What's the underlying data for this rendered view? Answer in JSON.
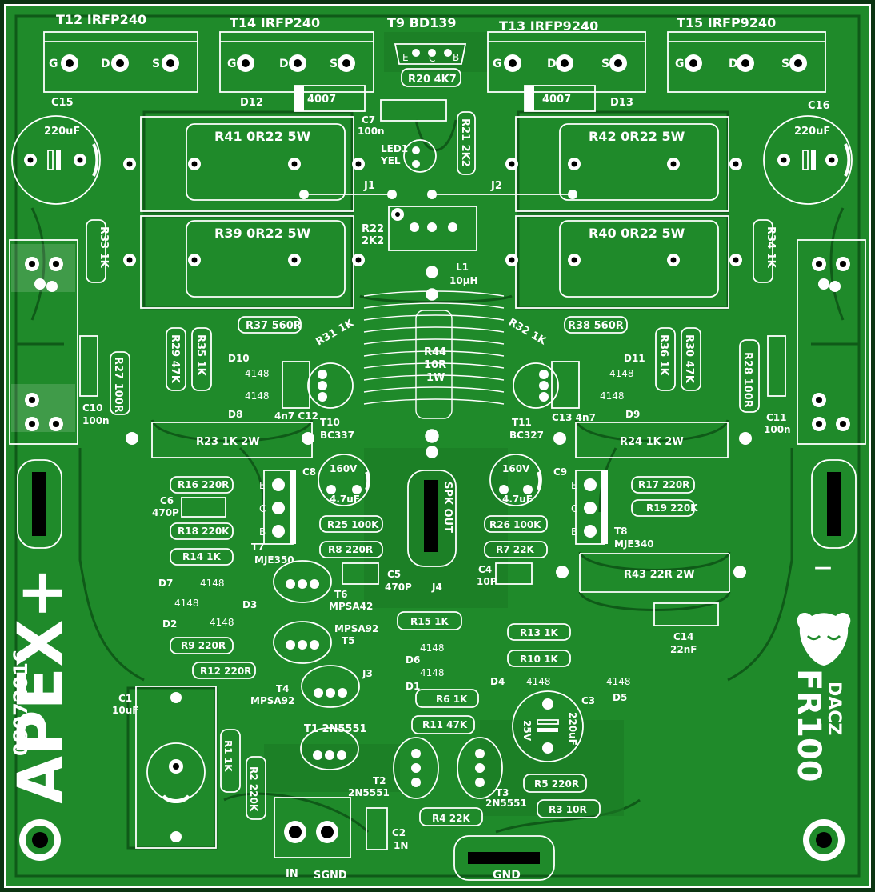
{
  "board": {
    "colors": {
      "substrate": "#0a3a12",
      "copper": "#1f8a2a",
      "copper_edge": "#0f5a18",
      "silk": "#ffffff",
      "pad": "#ffffff",
      "hole": "#000000"
    },
    "signature_date": "08072016",
    "logo_apex": "APEX+",
    "logo_fr": "FR100",
    "logo_dacz": "DACZ",
    "logo_icon": "bull-head-icon"
  },
  "labels": [
    {
      "id": "t12",
      "text": "T12  IRFP240"
    },
    {
      "id": "t14",
      "text": "T14  IRFP240"
    },
    {
      "id": "t9",
      "text": "T9  BD139"
    },
    {
      "id": "t13",
      "text": "T13  IRFP9240"
    },
    {
      "id": "t15",
      "text": "T15    IRFP9240"
    },
    {
      "id": "c15",
      "text": "C15"
    },
    {
      "id": "c16",
      "text": "C16"
    },
    {
      "id": "c15v",
      "text": "220uF"
    },
    {
      "id": "c16v",
      "text": "220uF"
    },
    {
      "id": "d12",
      "text": "D12"
    },
    {
      "id": "d13",
      "text": "D13"
    },
    {
      "id": "d12v",
      "text": "4007"
    },
    {
      "id": "d13v",
      "text": "4007"
    },
    {
      "id": "r20",
      "text": "R20 4K7"
    },
    {
      "id": "c7",
      "text": "C7"
    },
    {
      "id": "c7v",
      "text": "100n"
    },
    {
      "id": "r21",
      "text": "R21 2K2"
    },
    {
      "id": "led1",
      "text": "LED1"
    },
    {
      "id": "led1v",
      "text": "YEL"
    },
    {
      "id": "r41",
      "text": "R41 0R22 5W"
    },
    {
      "id": "r42",
      "text": "R42 0R22 5W"
    },
    {
      "id": "r39",
      "text": "R39 0R22 5W"
    },
    {
      "id": "r40",
      "text": "R40 0R22 5W"
    },
    {
      "id": "j1",
      "text": "J1"
    },
    {
      "id": "j2",
      "text": "J2"
    },
    {
      "id": "r22",
      "text": "R22"
    },
    {
      "id": "r22v",
      "text": "2K2"
    },
    {
      "id": "r33",
      "text": "R33 1K"
    },
    {
      "id": "r34",
      "text": "R34 1K"
    },
    {
      "id": "l1",
      "text": "L1"
    },
    {
      "id": "l1v",
      "text": "10µH"
    },
    {
      "id": "r37",
      "text": "R37 560R"
    },
    {
      "id": "r38",
      "text": "R38 560R"
    },
    {
      "id": "r31",
      "text": "R31 1K"
    },
    {
      "id": "r32",
      "text": "R32 1K"
    },
    {
      "id": "r29",
      "text": "R29 47K"
    },
    {
      "id": "r35",
      "text": "R35 1K"
    },
    {
      "id": "r36",
      "text": "R36 1K"
    },
    {
      "id": "r30",
      "text": "R30 47K"
    },
    {
      "id": "r44",
      "text": "R44"
    },
    {
      "id": "r44v",
      "text": "10R"
    },
    {
      "id": "r44w",
      "text": "1W"
    },
    {
      "id": "d10",
      "text": "D10"
    },
    {
      "id": "d8",
      "text": "D8"
    },
    {
      "id": "d11",
      "text": "D11"
    },
    {
      "id": "d9",
      "text": "D9"
    },
    {
      "id": "r27",
      "text": "R27 100R"
    },
    {
      "id": "r28",
      "text": "R28 100R"
    },
    {
      "id": "c10",
      "text": "C10"
    },
    {
      "id": "c10v",
      "text": "100n"
    },
    {
      "id": "c11",
      "text": "C11"
    },
    {
      "id": "c11v",
      "text": "100n"
    },
    {
      "id": "c12",
      "text": "4n7 C12"
    },
    {
      "id": "c13",
      "text": "C13 4n7"
    },
    {
      "id": "t10",
      "text": "T10"
    },
    {
      "id": "t10v",
      "text": "BC337"
    },
    {
      "id": "t11",
      "text": "T11"
    },
    {
      "id": "t11v",
      "text": "BC327"
    },
    {
      "id": "r23",
      "text": "R23 1K 2W"
    },
    {
      "id": "r24",
      "text": "R24 1K 2W"
    },
    {
      "id": "c8",
      "text": "C8"
    },
    {
      "id": "c9",
      "text": "C9"
    },
    {
      "id": "c8v",
      "text": "160V"
    },
    {
      "id": "c8c",
      "text": "4.7uF"
    },
    {
      "id": "c9v",
      "text": "160V"
    },
    {
      "id": "c9c",
      "text": "4.7uF"
    },
    {
      "id": "r16",
      "text": "R16 220R"
    },
    {
      "id": "r17",
      "text": "R17 220R"
    },
    {
      "id": "c6",
      "text": "C6"
    },
    {
      "id": "c6v",
      "text": "470P"
    },
    {
      "id": "r18",
      "text": "R18 220K"
    },
    {
      "id": "r19",
      "text": "R19 220K"
    },
    {
      "id": "spk",
      "text": "SPK OUT"
    },
    {
      "id": "r25",
      "text": "R25 100K"
    },
    {
      "id": "r26",
      "text": "R26 100K"
    },
    {
      "id": "t7",
      "text": "T7"
    },
    {
      "id": "t7v",
      "text": "MJE350"
    },
    {
      "id": "t8",
      "text": "T8"
    },
    {
      "id": "t8v",
      "text": "MJE340"
    },
    {
      "id": "r8",
      "text": "R8 220R"
    },
    {
      "id": "r7",
      "text": "R7 22K"
    },
    {
      "id": "r14",
      "text": "R14 1K"
    },
    {
      "id": "c5",
      "text": "C5"
    },
    {
      "id": "c5v",
      "text": "470P"
    },
    {
      "id": "c4",
      "text": "C4"
    },
    {
      "id": "c4v",
      "text": "10P"
    },
    {
      "id": "r43",
      "text": "R43 22R 2W"
    },
    {
      "id": "d7",
      "text": "D7"
    },
    {
      "id": "d3",
      "text": "D3"
    },
    {
      "id": "d2",
      "text": "D2"
    },
    {
      "id": "t6",
      "text": "T6"
    },
    {
      "id": "t6v",
      "text": "MPSA42"
    },
    {
      "id": "j4",
      "text": "J4"
    },
    {
      "id": "c14",
      "text": "C14"
    },
    {
      "id": "c14v",
      "text": "22nF"
    },
    {
      "id": "t5",
      "text": "MPSA92"
    },
    {
      "id": "t5n",
      "text": "T5"
    },
    {
      "id": "r15",
      "text": "R15 1K"
    },
    {
      "id": "r13",
      "text": "R13 1K"
    },
    {
      "id": "r9",
      "text": "R9 220R"
    },
    {
      "id": "r10",
      "text": "R10 1K"
    },
    {
      "id": "d6",
      "text": "D6"
    },
    {
      "id": "d1",
      "text": "D1"
    },
    {
      "id": "d4",
      "text": "D4"
    },
    {
      "id": "d5",
      "text": "D5"
    },
    {
      "id": "r12",
      "text": "R12 220R"
    },
    {
      "id": "j3",
      "text": "J3"
    },
    {
      "id": "t4",
      "text": "T4"
    },
    {
      "id": "t4v",
      "text": "MPSA92"
    },
    {
      "id": "r6",
      "text": "R6 1K"
    },
    {
      "id": "c3",
      "text": "C3"
    },
    {
      "id": "c3v",
      "text": "220uF"
    },
    {
      "id": "c3w",
      "text": "25V"
    },
    {
      "id": "c1",
      "text": "C1"
    },
    {
      "id": "c1v",
      "text": "10uF"
    },
    {
      "id": "t1",
      "text": "T1  2N5551"
    },
    {
      "id": "r11",
      "text": "R11 47K"
    },
    {
      "id": "r1",
      "text": "R1 1K"
    },
    {
      "id": "r2",
      "text": "R2 220K"
    },
    {
      "id": "t2",
      "text": "T2"
    },
    {
      "id": "t2v",
      "text": "2N5551"
    },
    {
      "id": "t3",
      "text": "T3"
    },
    {
      "id": "t3v",
      "text": "2N5551"
    },
    {
      "id": "r5",
      "text": "R5 220R"
    },
    {
      "id": "r4",
      "text": "R4 22K"
    },
    {
      "id": "r3",
      "text": "R3 10R"
    },
    {
      "id": "c2",
      "text": "C2"
    },
    {
      "id": "c2v",
      "text": "1N"
    },
    {
      "id": "in",
      "text": "IN"
    },
    {
      "id": "sgnd",
      "text": "SGND"
    },
    {
      "id": "gnd",
      "text": "GND"
    },
    {
      "id": "minus",
      "text": "—"
    }
  ],
  "diode_value": "4148",
  "pin_letters": {
    "g": "G",
    "d": "D",
    "s": "S",
    "e": "E",
    "b": "B",
    "c": "C"
  }
}
